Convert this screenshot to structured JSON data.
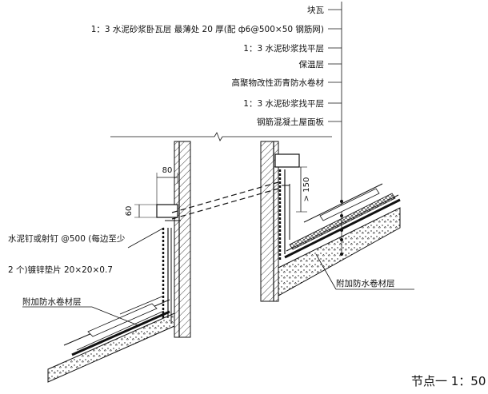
{
  "callouts": {
    "block_tile": "块瓦",
    "mortar_bed": "1：3 水泥砂浆卧瓦层 最薄处 20 厚(配 ф6@500×50 钢筋网)",
    "screed_upper": "1：3 水泥砂浆找平层",
    "insulation": "保温层",
    "membrane": "高聚物改性沥青防水卷材",
    "screed_lower": "1：3 水泥砂浆找平层",
    "roof_slab": "钢筋混凝土屋面板",
    "nail_line1": "水泥钉或射钉 @500 (每边至少",
    "nail_line2": "2 个)镀锌垫片 20×20×0.7",
    "extra_membrane_left": "附加防水卷材层",
    "extra_membrane_right": "附加防水卷材层"
  },
  "dimensions": {
    "d80": "80",
    "d60": "60",
    "d150": "> 150"
  },
  "title": "节点一 1：50",
  "colors": {
    "line": "#111111",
    "paper": "#ffffff"
  }
}
